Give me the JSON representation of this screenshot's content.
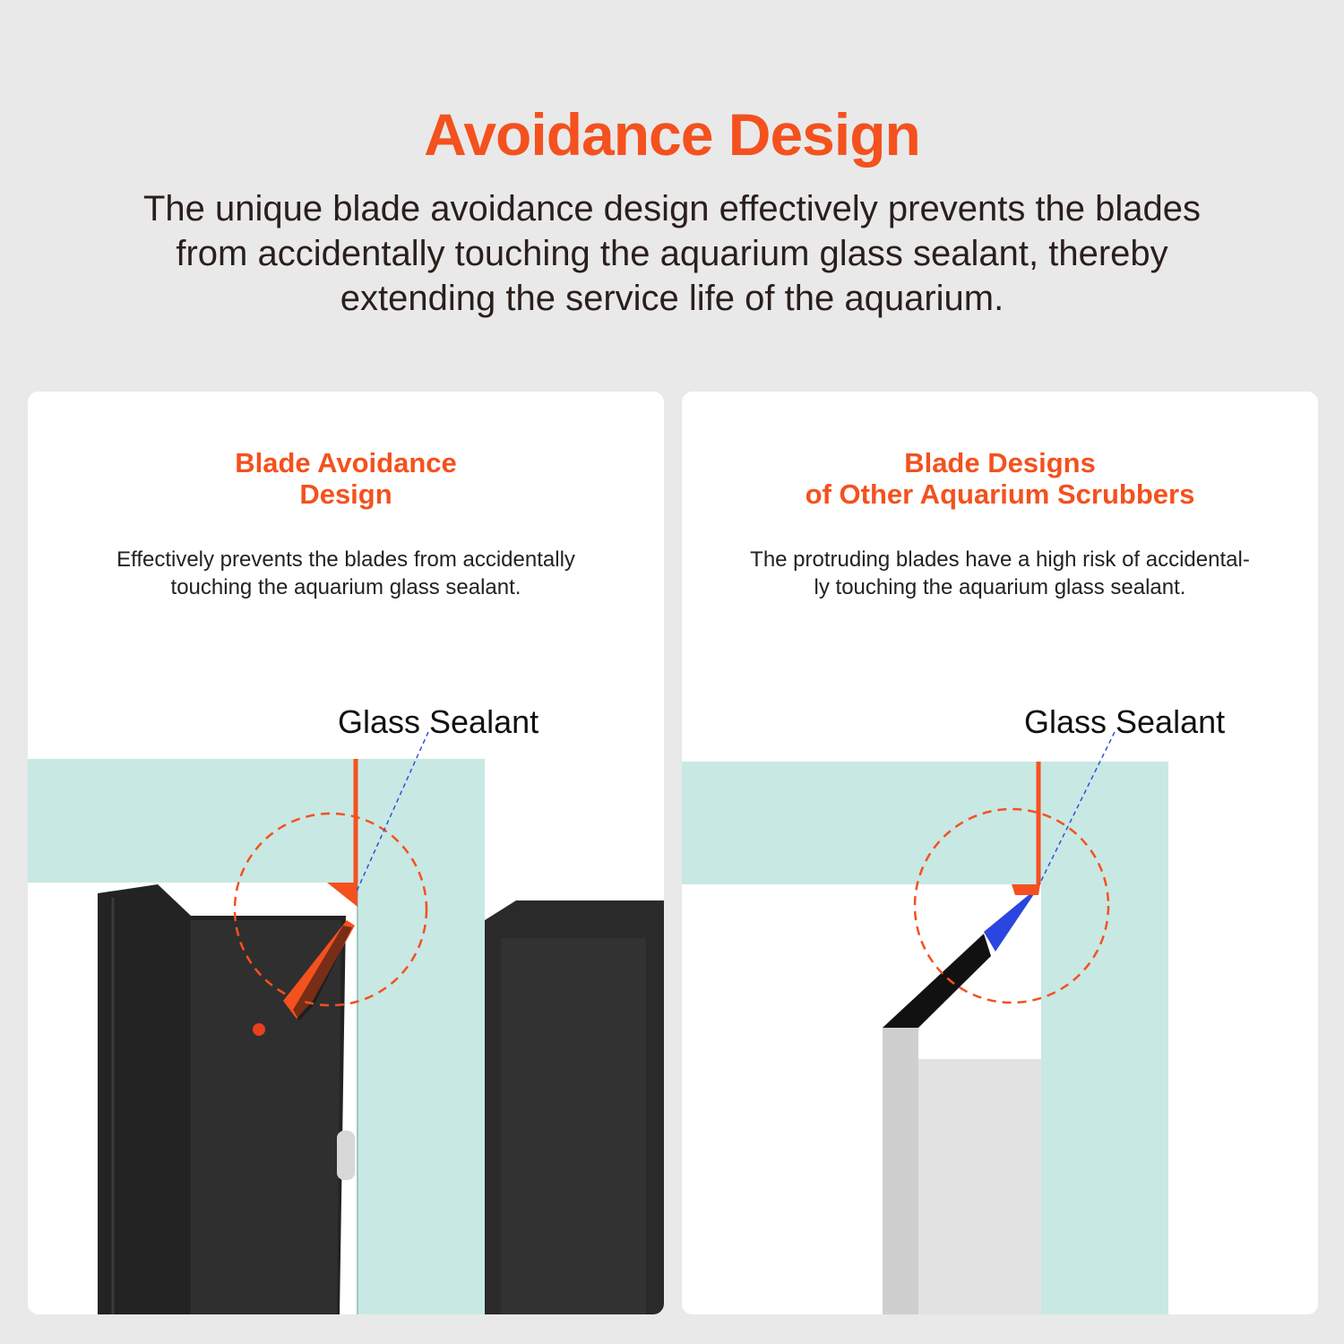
{
  "header": {
    "title": "Avoidance Design",
    "subtitle": "The unique blade avoidance design effectively prevents the blades from accidentally touching the aquarium glass sealant, thereby extending the service life of the aquarium."
  },
  "panels": [
    {
      "heading_line1": "Blade Avoidance",
      "heading_line2": "Design",
      "desc_line1": "Effectively prevents the blades from accidentally",
      "desc_line2": "touching the aquarium glass sealant.",
      "label": "Glass Sealant",
      "blade_color": "#f4511e"
    },
    {
      "heading_line1": "Blade Designs",
      "heading_line2": "of Other Aquarium Scrubbers",
      "desc_line1": "The protruding blades have a high risk of accidental-",
      "desc_line2": "ly touching the aquarium glass sealant.",
      "label": "Glass Sealant",
      "blade_color": "#2b45e0"
    }
  ],
  "colors": {
    "accent": "#f4511e",
    "glass": "#c8e8e4",
    "device": "#2c2c2c",
    "background": "#e9e9e9"
  }
}
